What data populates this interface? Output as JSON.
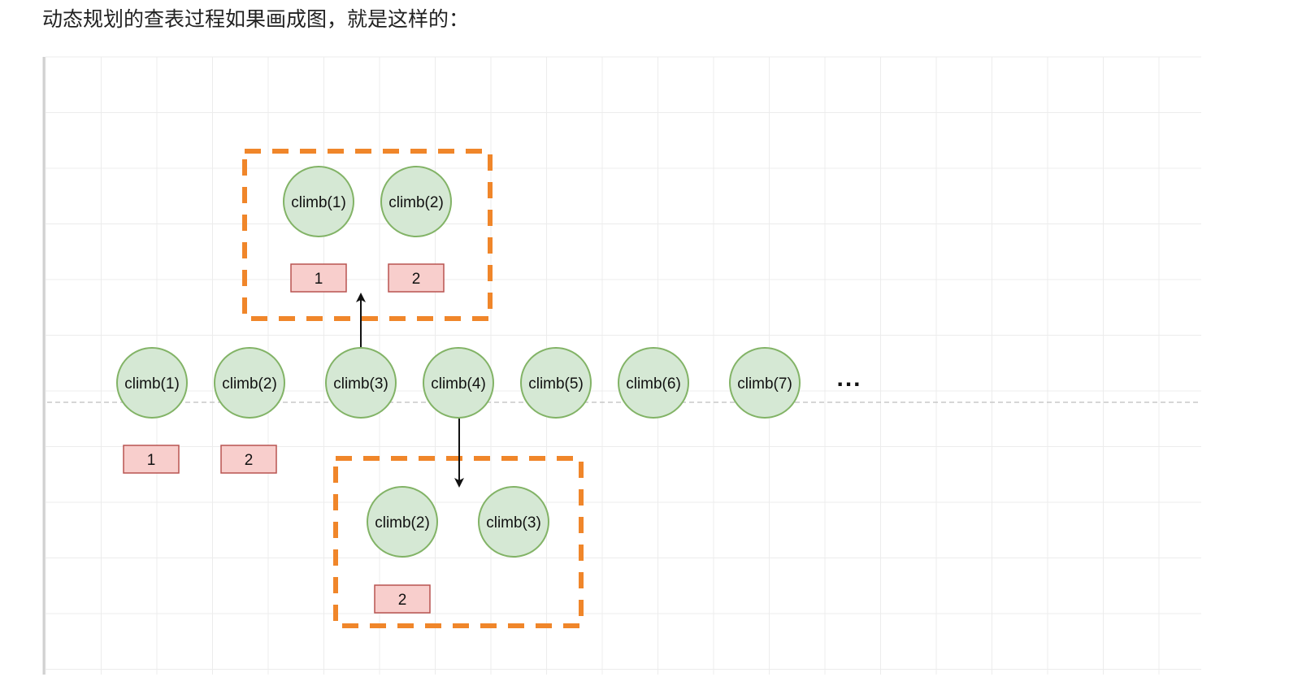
{
  "heading": "动态规划的查表过程如果画成图，就是这样的：",
  "colors": {
    "node_fill": "#d5e8d4",
    "node_stroke": "#82b366",
    "cell_fill": "#f8cecc",
    "cell_stroke": "#b85450",
    "group_border": "#f0862a",
    "grid": "#ececec",
    "arrow": "#111111"
  },
  "main_row": {
    "nodes": [
      "climb(1)",
      "climb(2)",
      "climb(3)",
      "climb(4)",
      "climb(5)",
      "climb(6)",
      "climb(7)"
    ],
    "cells": [
      "1",
      "2"
    ],
    "ellipsis": "..."
  },
  "top_group": {
    "nodes": [
      "climb(1)",
      "climb(2)"
    ],
    "cells": [
      "1",
      "2"
    ]
  },
  "bottom_group": {
    "nodes": [
      "climb(2)",
      "climb(3)"
    ],
    "cells": [
      "2"
    ]
  }
}
